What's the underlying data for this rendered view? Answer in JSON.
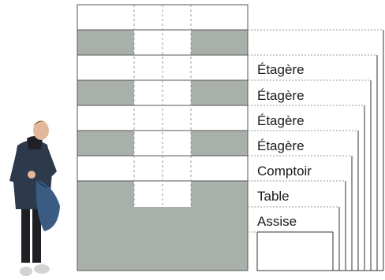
{
  "diagram": {
    "labels": [
      "Étagère",
      "Étagère",
      "Étagère",
      "Étagère",
      "Comptoir",
      "Table",
      "Assise"
    ],
    "colors": {
      "fill": "#a9b0a9",
      "outline": "#555555",
      "dashed": "#9a9a9a",
      "leader": "#333333"
    }
  }
}
